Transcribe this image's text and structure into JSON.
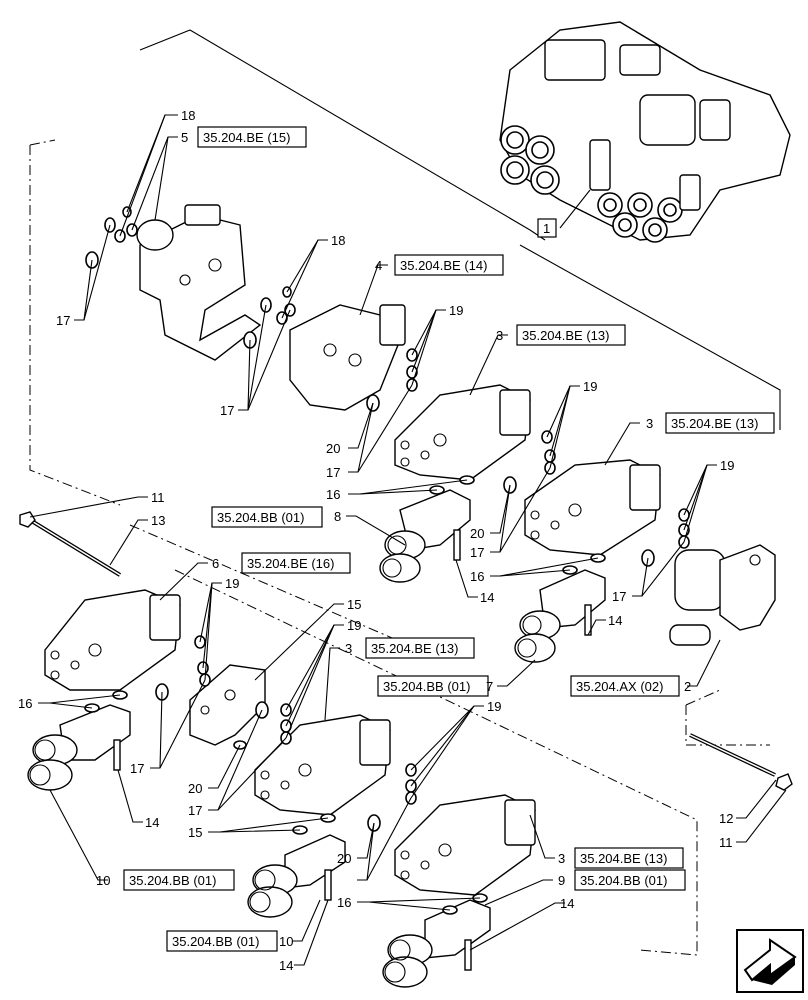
{
  "callouts": {
    "n1": "1",
    "n2": "2",
    "n3a": "3",
    "n3b": "3",
    "n3c": "3",
    "n3d": "3",
    "n4": "4",
    "n5": "5",
    "n6": "6",
    "n7": "7",
    "n8": "8",
    "n9": "9",
    "n10a": "10",
    "n10b": "10",
    "n11a": "11",
    "n11b": "11",
    "n12": "12",
    "n13": "13",
    "n14a": "14",
    "n14b": "14",
    "n14c": "14",
    "n14d": "14",
    "n14e": "14",
    "n15a": "15",
    "n15b": "15",
    "n16a": "16",
    "n16b": "16",
    "n16c": "16",
    "n16d": "16",
    "n17a": "17",
    "n17b": "17",
    "n17c": "17",
    "n17d": "17",
    "n17e": "17",
    "n17f": "17",
    "n17g": "17",
    "n18a": "18",
    "n18b": "18",
    "n19a": "19",
    "n19b": "19",
    "n19c": "19",
    "n19d": "19",
    "n19e": "19",
    "n19f": "19",
    "n20a": "20",
    "n20b": "20",
    "n20c": "20",
    "n20d": "20"
  },
  "references": {
    "r5": "35.204.BE (15)",
    "r4": "35.204.BE (14)",
    "r3a": "35.204.BE (13)",
    "r3b": "35.204.BE (13)",
    "r8": "35.204.BB (01)",
    "r6": "35.204.BE (16)",
    "r3c": "35.204.BE (13)",
    "r7": "35.204.BB (01)",
    "r2": "35.204.AX (02)",
    "r10a": "35.204.BB (01)",
    "r3d": "35.204.BE (13)",
    "r9": "35.204.BB (01)",
    "r10b": "35.204.BB (01)"
  },
  "nav": {
    "icon": "next-page-arrow-icon"
  }
}
